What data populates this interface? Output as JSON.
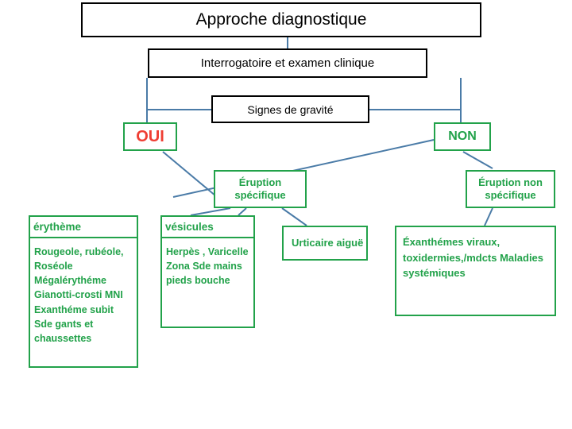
{
  "diagram": {
    "title": "Approche diagnostique",
    "nodes": {
      "interrogatoire": "Interrogatoire et examen clinique",
      "signes_gravite": "Signes de gravité",
      "oui": "OUI",
      "non": "NON",
      "eruption_specifique": "Éruption spécifique",
      "eruption_non_specifique": "Éruption non spécifique",
      "urticaire": "Urticaire aiguë"
    },
    "columns": [
      {
        "header": "érythème",
        "items": "Rougeole, rubéole, Roséole Mégalérythéme Gianotti-crosti MNI Exanthéme subit Sde gants et chaussettes"
      },
      {
        "header": "vésicules",
        "items": "Herpès , Varicelle Zona Sde mains pieds bouche"
      }
    ],
    "non_specific_list": "Éxanthémes viraux, toxidermies,/mdcts Maladies systémiques",
    "colors": {
      "green": "#22a24a",
      "red": "#ef3e33",
      "black": "#000000",
      "connector_blue": "#4a7ba7"
    }
  }
}
